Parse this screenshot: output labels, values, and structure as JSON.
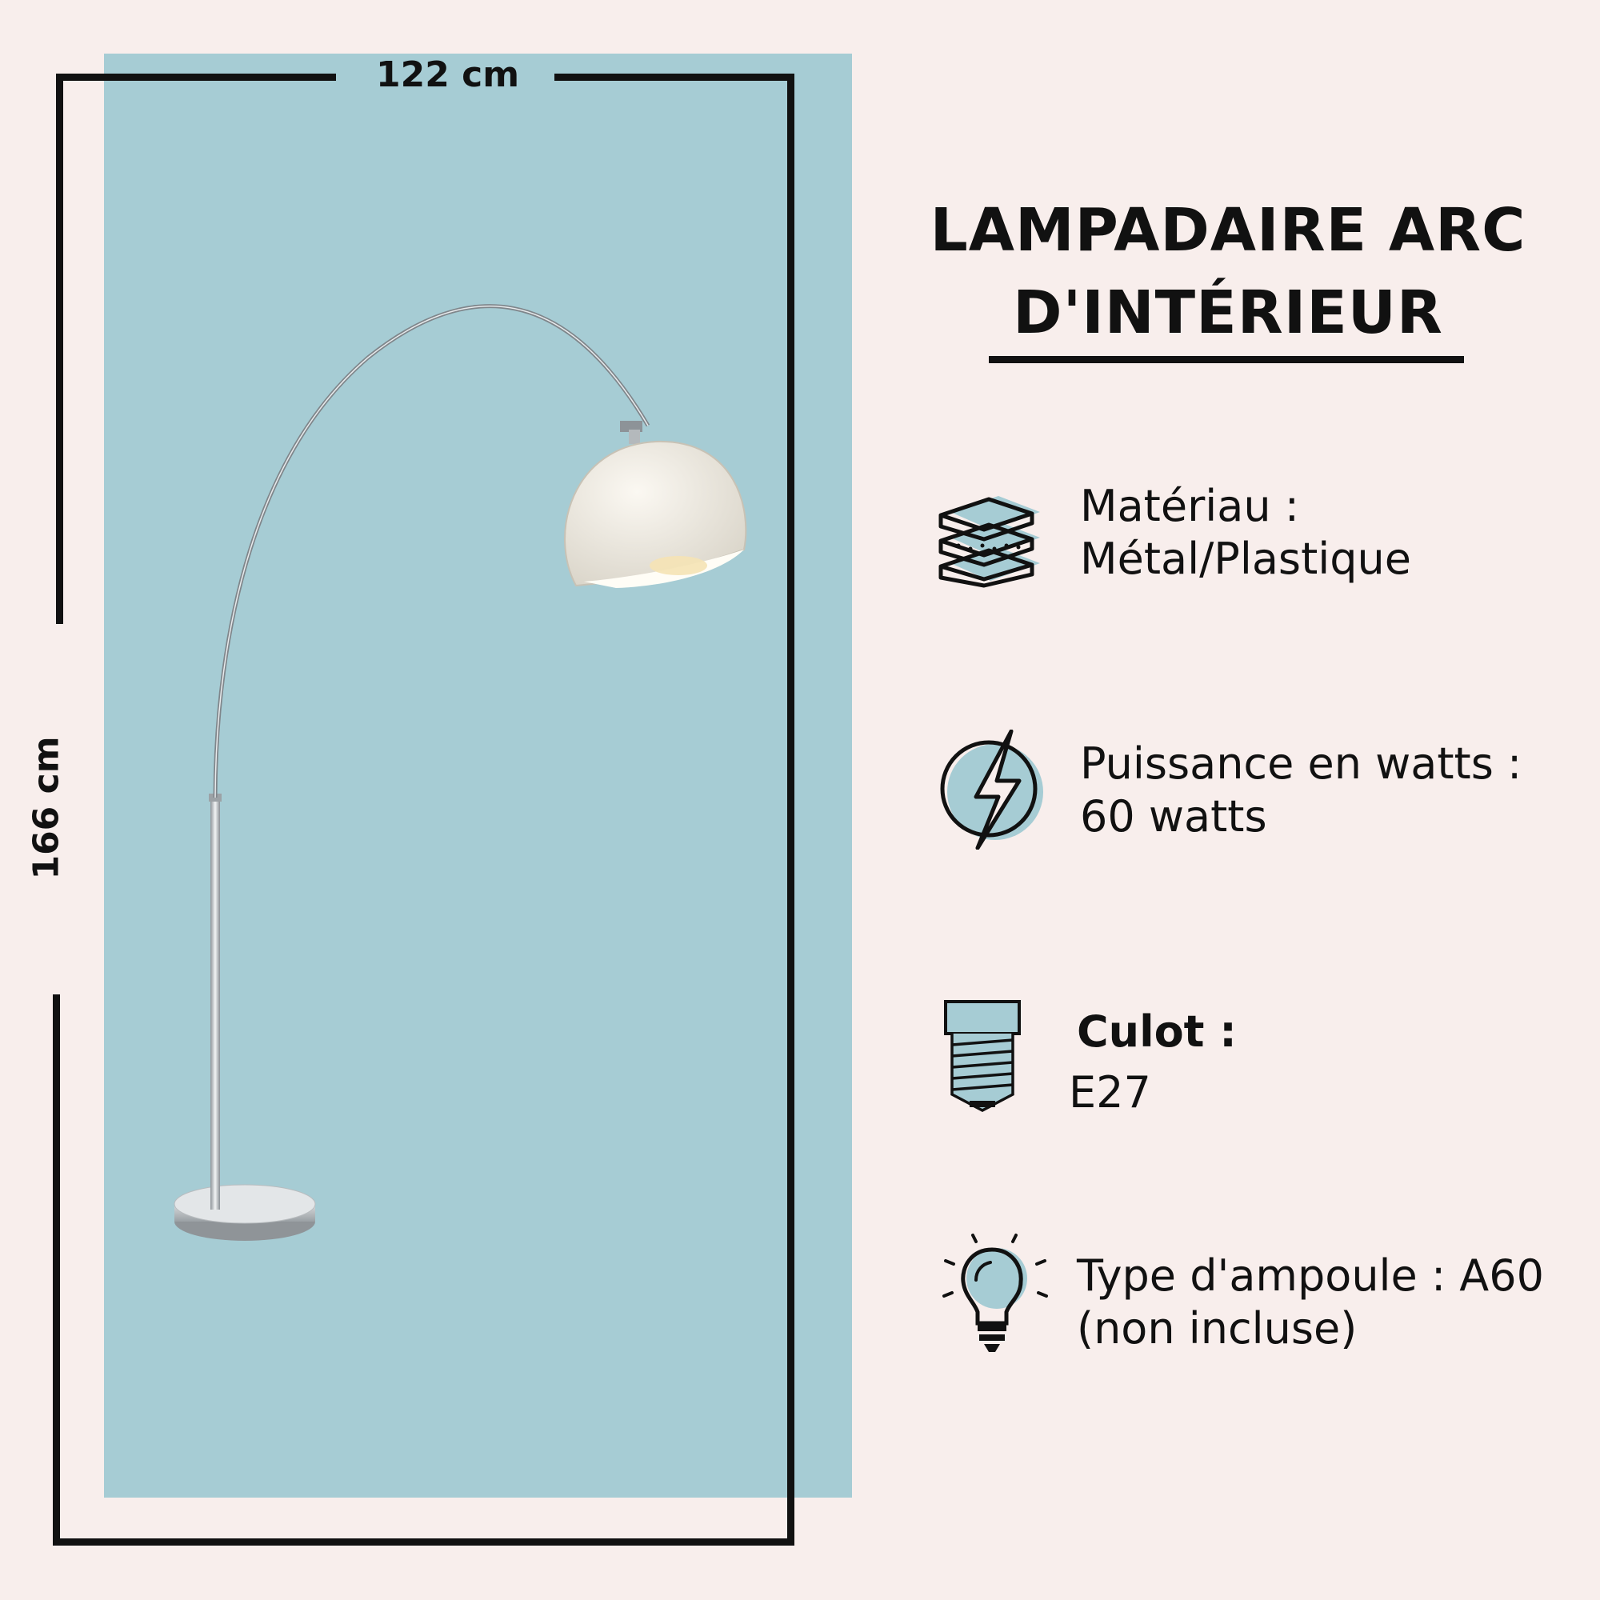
{
  "dimensions": {
    "width_label": "122 cm",
    "height_label": "166 cm"
  },
  "product": {
    "title_line1": "LAMPADAIRE ARC",
    "title_line2": "D'INTÉRIEUR"
  },
  "specs": [
    {
      "icon": "layers-material-icon",
      "label": "Matériau :",
      "value": "Métal/Plastique"
    },
    {
      "icon": "lightning-power-icon",
      "label": "Puissance en watts :",
      "value": "60 watts"
    },
    {
      "icon": "bulb-socket-icon",
      "label": "Culot :",
      "value": "E27"
    },
    {
      "icon": "light-bulb-icon",
      "label": "Type d'ampoule : A60",
      "value": "(non incluse)"
    }
  ],
  "colors": {
    "background": "#f8eeec",
    "panel": "#a6ccd4",
    "ink": "#111111",
    "icon_fill": "#a6ccd4"
  }
}
